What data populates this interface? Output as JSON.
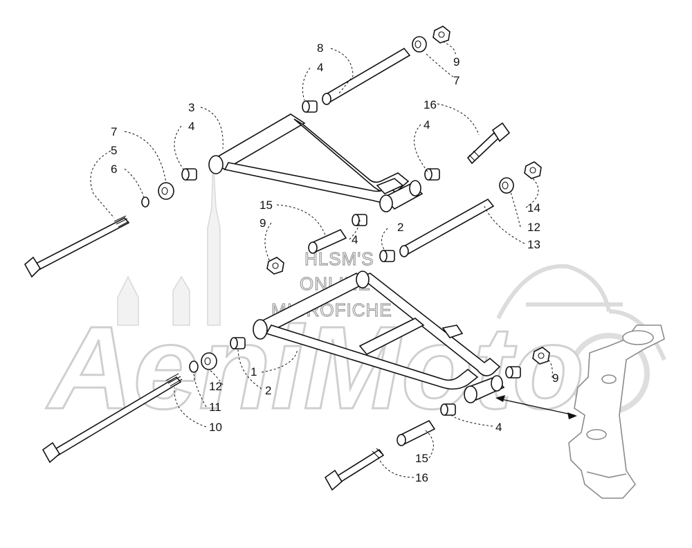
{
  "watermark": {
    "lines": [
      "HLSM'S",
      "ONLINE",
      "MICROFICHE"
    ],
    "logo_text": "AeniMoto"
  },
  "callouts": [
    {
      "id": "c8a",
      "text": "8"
    },
    {
      "id": "c4a",
      "text": "4"
    },
    {
      "id": "c9a",
      "text": "9"
    },
    {
      "id": "c7a",
      "text": "7"
    },
    {
      "id": "c3",
      "text": "3"
    },
    {
      "id": "c4b",
      "text": "4"
    },
    {
      "id": "c16a",
      "text": "16"
    },
    {
      "id": "c4c",
      "text": "4"
    },
    {
      "id": "c7b",
      "text": "7"
    },
    {
      "id": "c5",
      "text": "5"
    },
    {
      "id": "c6",
      "text": "6"
    },
    {
      "id": "c15a",
      "text": "15"
    },
    {
      "id": "c9b",
      "text": "9"
    },
    {
      "id": "c2a",
      "text": "2"
    },
    {
      "id": "c4d",
      "text": "4"
    },
    {
      "id": "c14",
      "text": "14"
    },
    {
      "id": "c12a",
      "text": "12"
    },
    {
      "id": "c13",
      "text": "13"
    },
    {
      "id": "c1",
      "text": "1"
    },
    {
      "id": "c12b",
      "text": "12"
    },
    {
      "id": "c2b",
      "text": "2"
    },
    {
      "id": "c11",
      "text": "11"
    },
    {
      "id": "c10",
      "text": "10"
    },
    {
      "id": "c9c",
      "text": "9"
    },
    {
      "id": "c4e",
      "text": "4"
    },
    {
      "id": "c15b",
      "text": "15"
    },
    {
      "id": "c16b",
      "text": "16"
    }
  ]
}
